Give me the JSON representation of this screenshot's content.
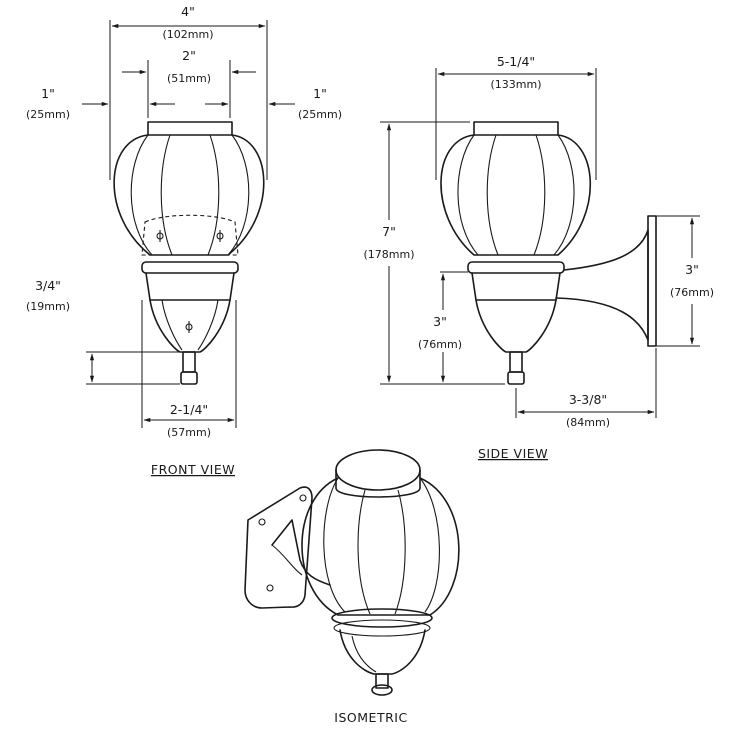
{
  "views": {
    "front": {
      "title": "FRONT VIEW",
      "dims": {
        "overall_width": {
          "imperial": "4\"",
          "metric": "(102mm)"
        },
        "top_width": {
          "imperial": "2\"",
          "metric": "(51mm)"
        },
        "left_offset": {
          "imperial": "1\"",
          "metric": "(25mm)"
        },
        "right_offset": {
          "imperial": "1\"",
          "metric": "(25mm)"
        },
        "nozzle_height": {
          "imperial": "3/4\"",
          "metric": "(19mm)"
        },
        "base_width": {
          "imperial": "2-1/4\"",
          "metric": "(57mm)"
        }
      }
    },
    "side": {
      "title": "SIDE VIEW",
      "dims": {
        "overall_width": {
          "imperial": "5-1/4\"",
          "metric": "(133mm)"
        },
        "overall_height": {
          "imperial": "7\"",
          "metric": "(178mm)"
        },
        "bracket_height": {
          "imperial": "3\"",
          "metric": "(76mm)"
        },
        "lower_height": {
          "imperial": "3\"",
          "metric": "(76mm)"
        },
        "projection": {
          "imperial": "3-3/8\"",
          "metric": "(84mm)"
        }
      }
    },
    "isometric": {
      "title": "ISOMETRIC"
    }
  }
}
